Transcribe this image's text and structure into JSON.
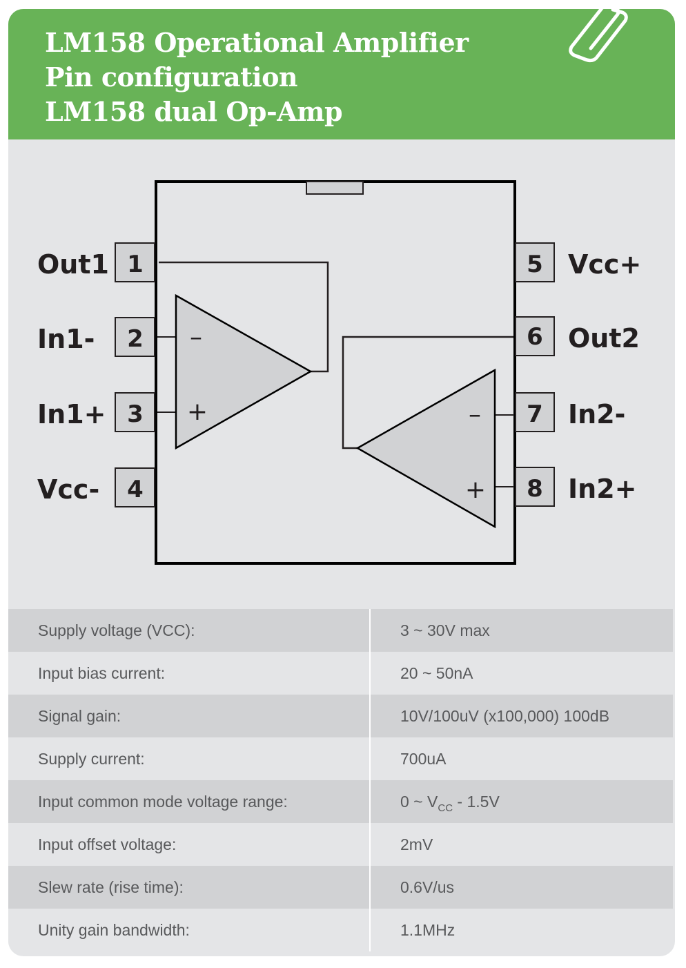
{
  "header": {
    "title_lines": [
      "LM158 Operational Amplifier",
      "Pin configuration",
      "LM158 dual Op-Amp"
    ],
    "icon": "paperclip-icon"
  },
  "colors": {
    "header_green": "#68b357",
    "card_bg": "#e4e5e7",
    "row_dark": "#d1d2d4",
    "chip_fill": "#d1d2d4",
    "text_dark": "#231f20",
    "text_table": "#58595b"
  },
  "diagram": {
    "left_pins": [
      {
        "number": "1",
        "label": "Out1"
      },
      {
        "number": "2",
        "label": "In1-"
      },
      {
        "number": "3",
        "label": "In1+"
      },
      {
        "number": "4",
        "label": "Vcc-"
      }
    ],
    "right_pins": [
      {
        "number": "5",
        "label": "Vcc+"
      },
      {
        "number": "6",
        "label": "Out2"
      },
      {
        "number": "7",
        "label": "In2-"
      },
      {
        "number": "8",
        "label": "In2+"
      }
    ],
    "opamp1": {
      "minus": "–",
      "plus": "+"
    },
    "opamp2": {
      "minus": "–",
      "plus": "+"
    }
  },
  "specs": [
    {
      "label": "Supply voltage (VCC):",
      "value": "3 ~ 30V max"
    },
    {
      "label": "Input bias current:",
      "value": "20 ~ 50nA"
    },
    {
      "label": "Signal gain:",
      "value": "10V/100uV (x100,000) 100dB"
    },
    {
      "label": "Supply current:",
      "value": "700uA"
    },
    {
      "label": "Input common mode voltage range:",
      "value_pre": "0 ~ V",
      "value_sub": "CC",
      "value_post": " - 1.5V"
    },
    {
      "label": "Input offset voltage:",
      "value": "2mV"
    },
    {
      "label": "Slew rate (rise time):",
      "value": "0.6V/us"
    },
    {
      "label": "Unity gain bandwidth:",
      "value": "1.1MHz"
    }
  ]
}
